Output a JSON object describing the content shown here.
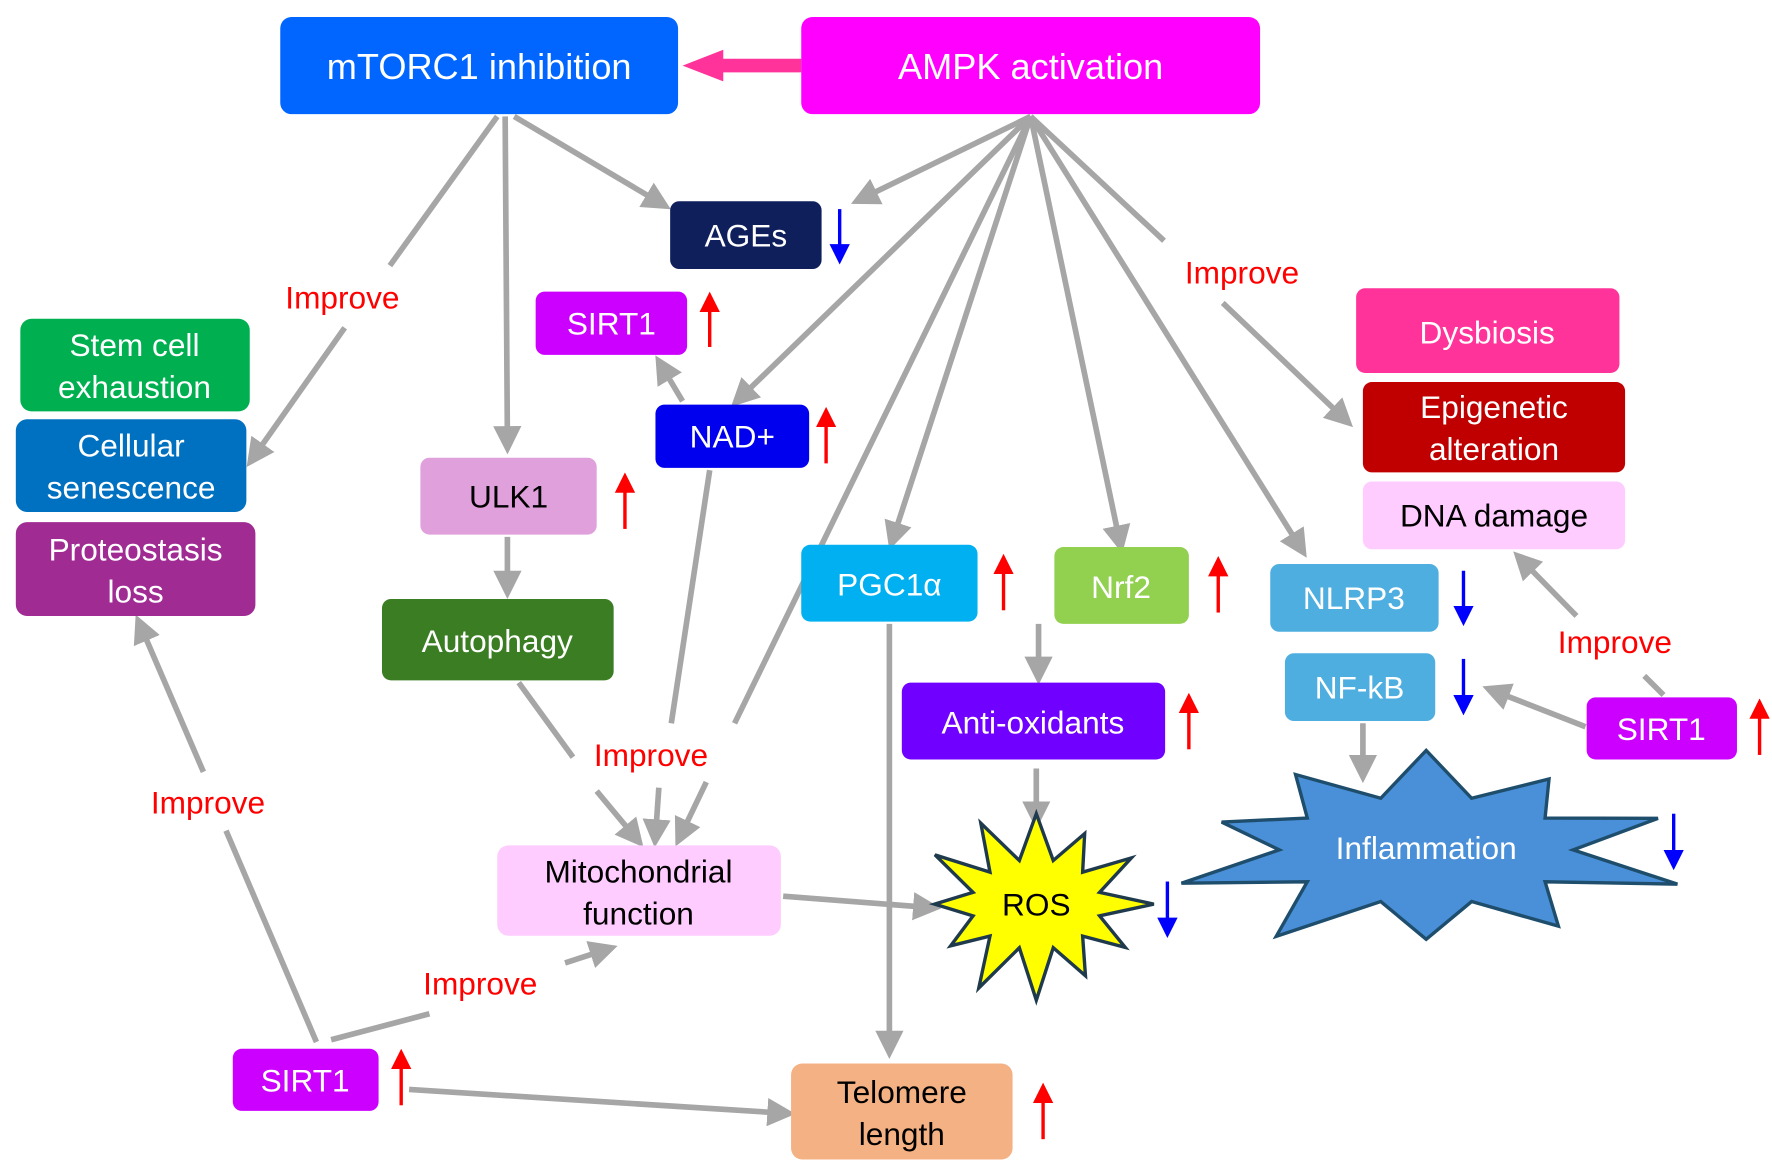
{
  "nodes": {
    "mtorc1": {
      "label": "mTORC1 inhibition",
      "color": "#0066ff"
    },
    "ampk": {
      "label": "AMPK activation",
      "color": "#ff00ff"
    },
    "ages": {
      "label": "AGEs",
      "color": "#0f1f5c",
      "change": "down"
    },
    "sirt1_top": {
      "label": "SIRT1",
      "color": "#cc00ff",
      "change": "up"
    },
    "nad": {
      "label": "NAD+",
      "color": "#0000ee",
      "change": "up"
    },
    "ulk1": {
      "label": "ULK1",
      "color": "#e0a0dc",
      "change": "up"
    },
    "autophagy": {
      "label": "Autophagy",
      "color": "#3a7d22"
    },
    "stem_cell": {
      "lines": [
        "Stem cell",
        "exhaustion"
      ],
      "color": "#00b050"
    },
    "senescence": {
      "lines": [
        "Cellular",
        "senescence"
      ],
      "color": "#0070c0"
    },
    "proteostasis": {
      "lines": [
        "Proteostasis",
        "loss"
      ],
      "color": "#a02b93"
    },
    "dysbiosis": {
      "label": "Dysbiosis",
      "color": "#ff3399"
    },
    "epigenetic": {
      "lines": [
        "Epigenetic",
        "alteration"
      ],
      "color": "#c00000"
    },
    "dna_damage": {
      "label": "DNA damage",
      "color": "#ffccff"
    },
    "pgc1a": {
      "label": "PGC1α",
      "color": "#00b0f0",
      "change": "up"
    },
    "nrf2": {
      "label": "Nrf2",
      "color": "#92d050",
      "change": "up"
    },
    "nlrp3": {
      "label": "NLRP3",
      "color": "#4eaee0",
      "change": "down"
    },
    "nfkb": {
      "label": "NF-kB",
      "color": "#4eaee0",
      "change": "down"
    },
    "sirt1_right": {
      "label": "SIRT1",
      "color": "#cc00ff",
      "change": "up"
    },
    "antioxidants": {
      "label": "Anti-oxidants",
      "color": "#7000ff",
      "change": "up"
    },
    "ros": {
      "label": "ROS",
      "color": "#ffff00",
      "change": "down"
    },
    "inflammation": {
      "label": "Inflammation",
      "color": "#4a90d9",
      "change": "down"
    },
    "mito": {
      "lines": [
        "Mitochondrial",
        "function"
      ],
      "color": "#ffccff"
    },
    "sirt1_bottom": {
      "label": "SIRT1",
      "color": "#cc00ff",
      "change": "up"
    },
    "telomere": {
      "lines": [
        "Telomere",
        "length"
      ],
      "color": "#f4b183",
      "change": "up"
    }
  },
  "edge_labels": [
    "Improve",
    "Improve",
    "Improve",
    "Improve",
    "Improve",
    "Improve"
  ],
  "colors": {
    "arrow": "#a6a6a6",
    "inhibition_arrow": "#ff3399",
    "increase": "#ff0000",
    "decrease": "#0000ff"
  }
}
